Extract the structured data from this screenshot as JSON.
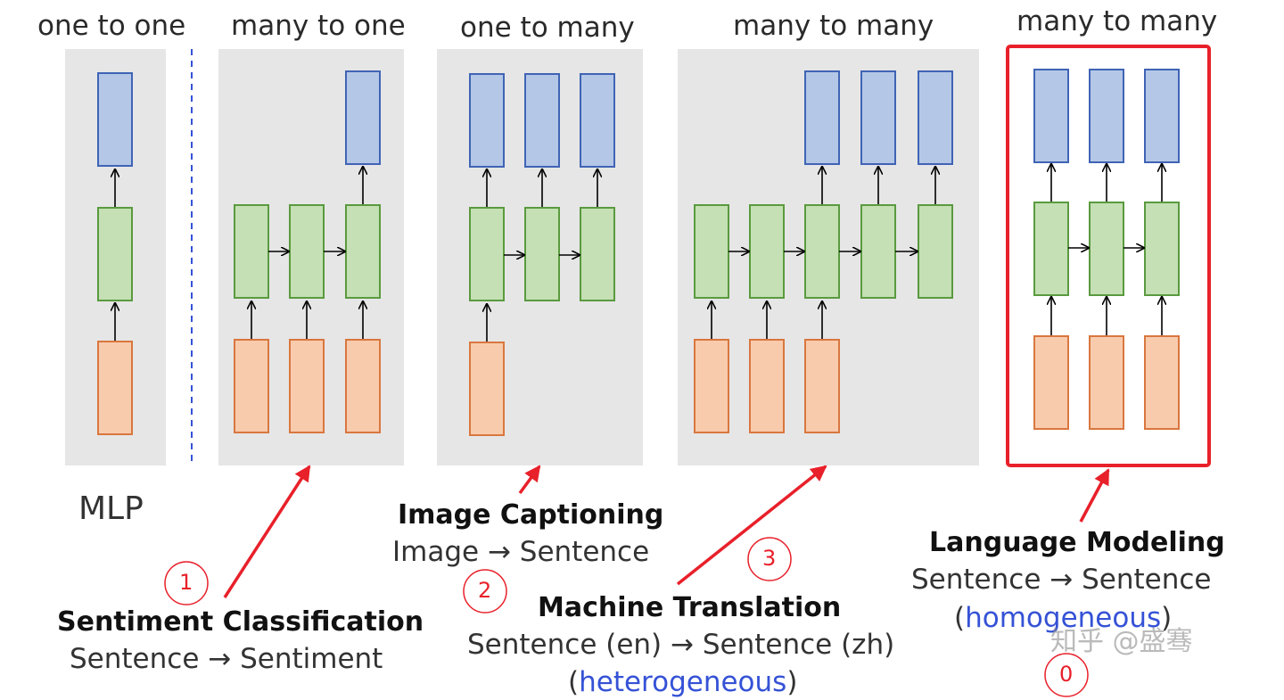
{
  "panels": {
    "one_to_one": "one to one",
    "many_to_one": "many to one",
    "one_to_many": "one to many",
    "many_to_many_1": "many to many",
    "many_to_many_2": "many to many"
  },
  "mlp_label": "MLP",
  "tasks": {
    "sentiment": {
      "num": "1",
      "title": "Sentiment Classification",
      "sub_left": "Sentence",
      "sub_right": "Sentiment"
    },
    "captioning": {
      "num": "2",
      "title": "Image Captioning",
      "sub_left": "Image",
      "sub_right": "Sentence"
    },
    "translation": {
      "num": "3",
      "title": "Machine Translation",
      "sub_left": "Sentence (en)",
      "sub_right": "Sentence (zh)",
      "note": "heterogeneous"
    },
    "language_modeling": {
      "num": "0",
      "title": "Language Modeling",
      "sub_left": "Sentence",
      "sub_right": "Sentence",
      "note": "homogeneous"
    }
  },
  "watermark": "知乎 @盛骞",
  "colors": {
    "output": "#b4c7e7",
    "hidden": "#c5e0b4",
    "input": "#f8cbad",
    "highlight": "#e8202a",
    "accent_blue": "#3552d6"
  }
}
